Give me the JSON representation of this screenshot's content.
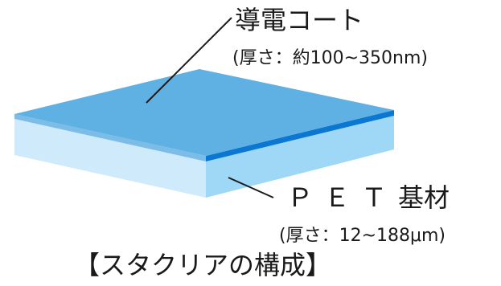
{
  "colors": {
    "coat_top": "#5fb0e3",
    "coat_front_edge": "#0a78d2",
    "coat_left_edge": "#7cbde8",
    "pet_front": "#9ed8f6",
    "pet_left": "#cfeafa",
    "leader_line": "#1a1a1a",
    "text": "#1a1a1a"
  },
  "labels": {
    "coat_name": "導電コート",
    "coat_thickness": "(厚さ：約100~350nm)",
    "pet_name_latin": "ＰＥＴ",
    "pet_name_kanji": "基材",
    "pet_thickness": "(厚さ：12~188μm)",
    "caption": "【スタクリアの構成】"
  }
}
